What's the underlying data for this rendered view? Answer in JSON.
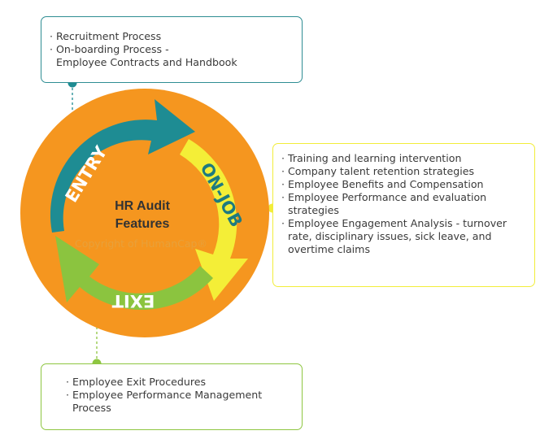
{
  "center": {
    "title_line1": "HR Audit",
    "title_line2": "Features",
    "watermark": "Copyright of HumanCap®"
  },
  "stages": {
    "entry": {
      "label": "ENTRY",
      "color": "#1e8c93"
    },
    "onjob": {
      "label": "ON-JOB",
      "color": "#f4ee37"
    },
    "exit": {
      "label": "EXIT",
      "color": "#8bc43f"
    }
  },
  "colors": {
    "circle": "#f5961f"
  },
  "boxes": {
    "entry": {
      "lines": [
        "· Recruitment Process",
        "· On-boarding Process -",
        "  Employee Contracts and Handbook"
      ]
    },
    "onjob": {
      "lines": [
        "· Training and learning intervention",
        "· Company talent retention strategies",
        "· Employee Benefits and Compensation",
        "· Employee Performance and evaluation",
        "  strategies",
        "· Employee Engagement Analysis - turnover",
        "  rate, disciplinary issues, sick leave, and",
        "  overtime claims"
      ]
    },
    "exit": {
      "lines": [
        "· Employee Exit Procedures",
        "· Employee Performance Management",
        "  Process"
      ]
    }
  }
}
